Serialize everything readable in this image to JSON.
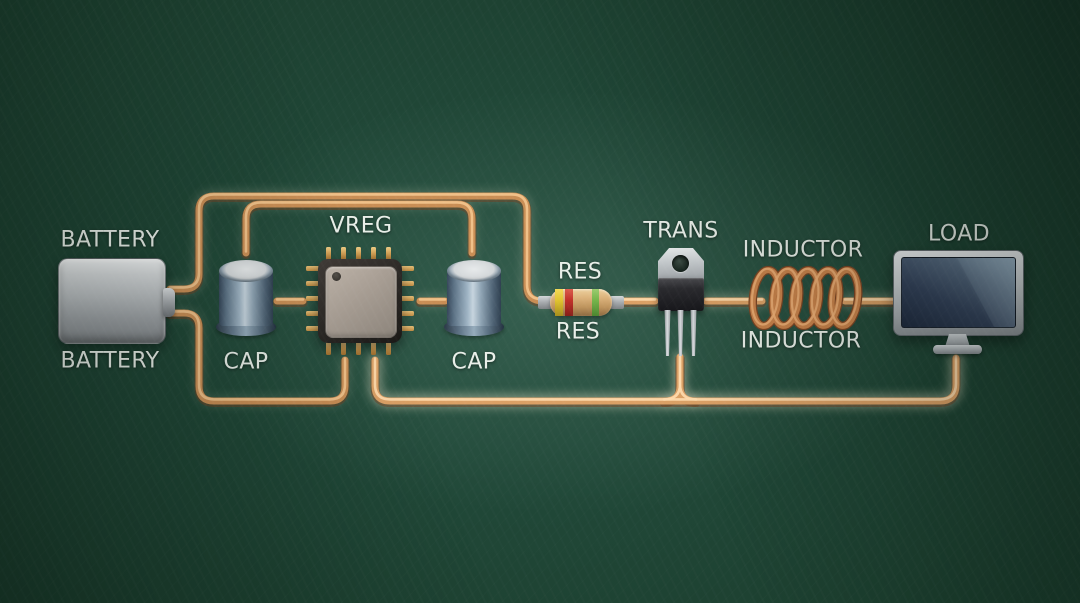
{
  "diagram": {
    "labels": {
      "battery_top": "BATTERY",
      "battery_bottom": "BATTERY",
      "cap1": "CAP",
      "vreg": "VREG",
      "cap2": "CAP",
      "res_top": "RES",
      "res_bottom": "RES",
      "trans": "TRANS",
      "inductor_top": "INDUCTOR",
      "inductor_bottom": "INDUCTOR",
      "load": "LOAD"
    },
    "components": [
      {
        "type": "battery",
        "label": "BATTERY"
      },
      {
        "type": "capacitor",
        "label": "CAP"
      },
      {
        "type": "voltage-regulator-chip",
        "label": "VREG"
      },
      {
        "type": "capacitor",
        "label": "CAP"
      },
      {
        "type": "resistor",
        "label": "RES"
      },
      {
        "type": "transistor",
        "label": "TRANS"
      },
      {
        "type": "inductor-coil",
        "label": "INDUCTOR"
      },
      {
        "type": "load-monitor",
        "label": "LOAD"
      }
    ],
    "colors": {
      "background_green": "#1d4030",
      "background_edge": "#0b1f16",
      "wire_copper": "#c98e55",
      "wire_highlight": "#f4c58e",
      "label_text": "#e9efe9",
      "resistor_band_colors": [
        "#e0c32f",
        "#c13129",
        "#74b44a"
      ],
      "capacitor_body": "#9fb4c4",
      "chip_pin_gold": "#d3a156",
      "coil_copper": "#c9824a"
    }
  }
}
